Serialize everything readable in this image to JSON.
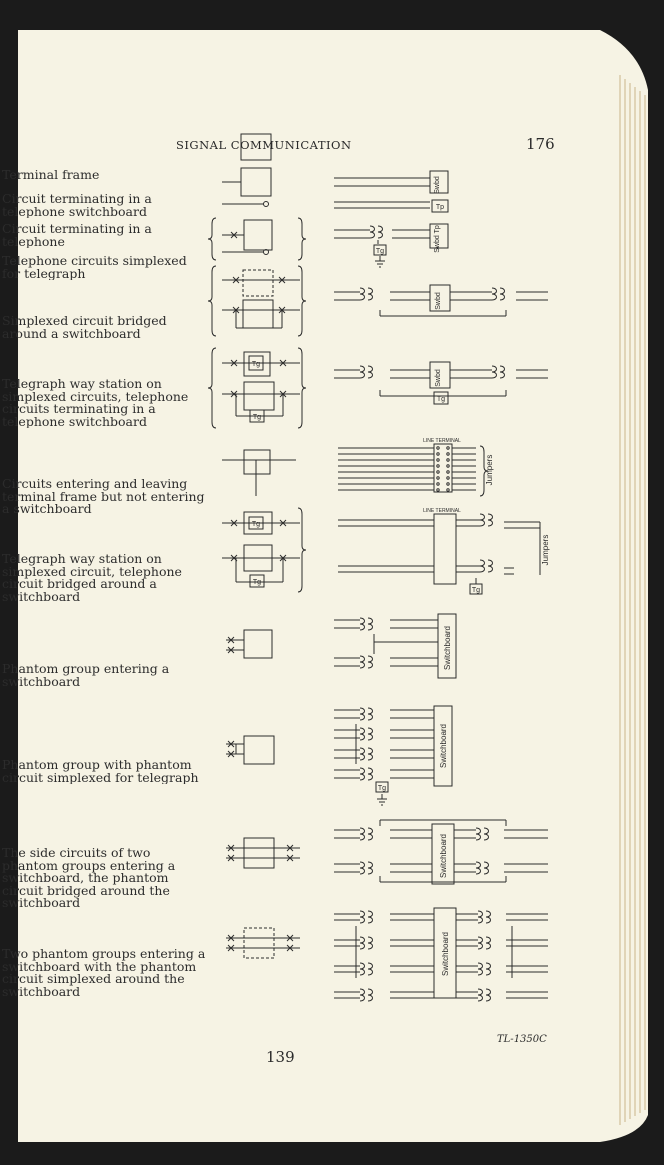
{
  "header": {
    "running_head": "SIGNAL COMMUNICATION",
    "page_number": "176"
  },
  "entries": [
    {
      "label": "Terminal frame"
    },
    {
      "label": "Circuit terminating in a telephone switchboard"
    },
    {
      "label": "Circuit terminating in a telephone"
    },
    {
      "label": "Telephone circuits simplexed for telegraph"
    },
    {
      "label": "Simplexed circuit bridged around a switchboard"
    },
    {
      "label": "Telegraph way station on simplexed circuits, telephone circuits terminating in a telephone switchboard"
    },
    {
      "label": "Circuits entering and leaving terminal frame but not entering a switchboard"
    },
    {
      "label": "Telegraph way station on simplexed circuit, telephone circuit bridged around a switchboard"
    },
    {
      "label": "Phantom group entering a switchboard"
    },
    {
      "label": "Phantom group with phantom circuit simplexed for telegraph"
    },
    {
      "label": "The side circuits of two phantom groups entering a switchboard, the phantom circuit bridged around the switchboard"
    },
    {
      "label": "Two phantom groups entering a switchboard with the phantom circuit simplexed around the switchboard"
    }
  ],
  "diagram_text": {
    "swbd": "Swbd",
    "tp": "Tp",
    "tg": "Tg",
    "swbd_tp": "Swbd Tp",
    "line_terminal": "LINE TERMINAL",
    "jumpers": "Jumpers",
    "switchboard": "Switchboard"
  },
  "footer": {
    "folio": "139",
    "plate_code": "TL-1350C"
  },
  "colors": {
    "paper": "#f6f3e4",
    "ink": "#2c2c2c",
    "background": "#1b1b1b"
  }
}
